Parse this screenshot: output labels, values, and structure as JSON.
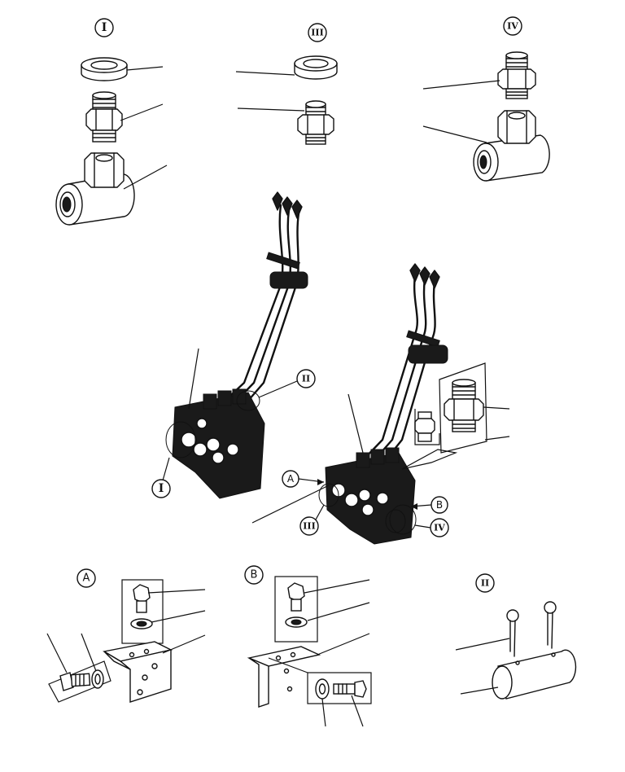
{
  "callouts": {
    "detail_I": "I",
    "detail_III": "III",
    "detail_IV": "IV",
    "detail_II": "II",
    "view_A": "A",
    "view_B": "B"
  }
}
